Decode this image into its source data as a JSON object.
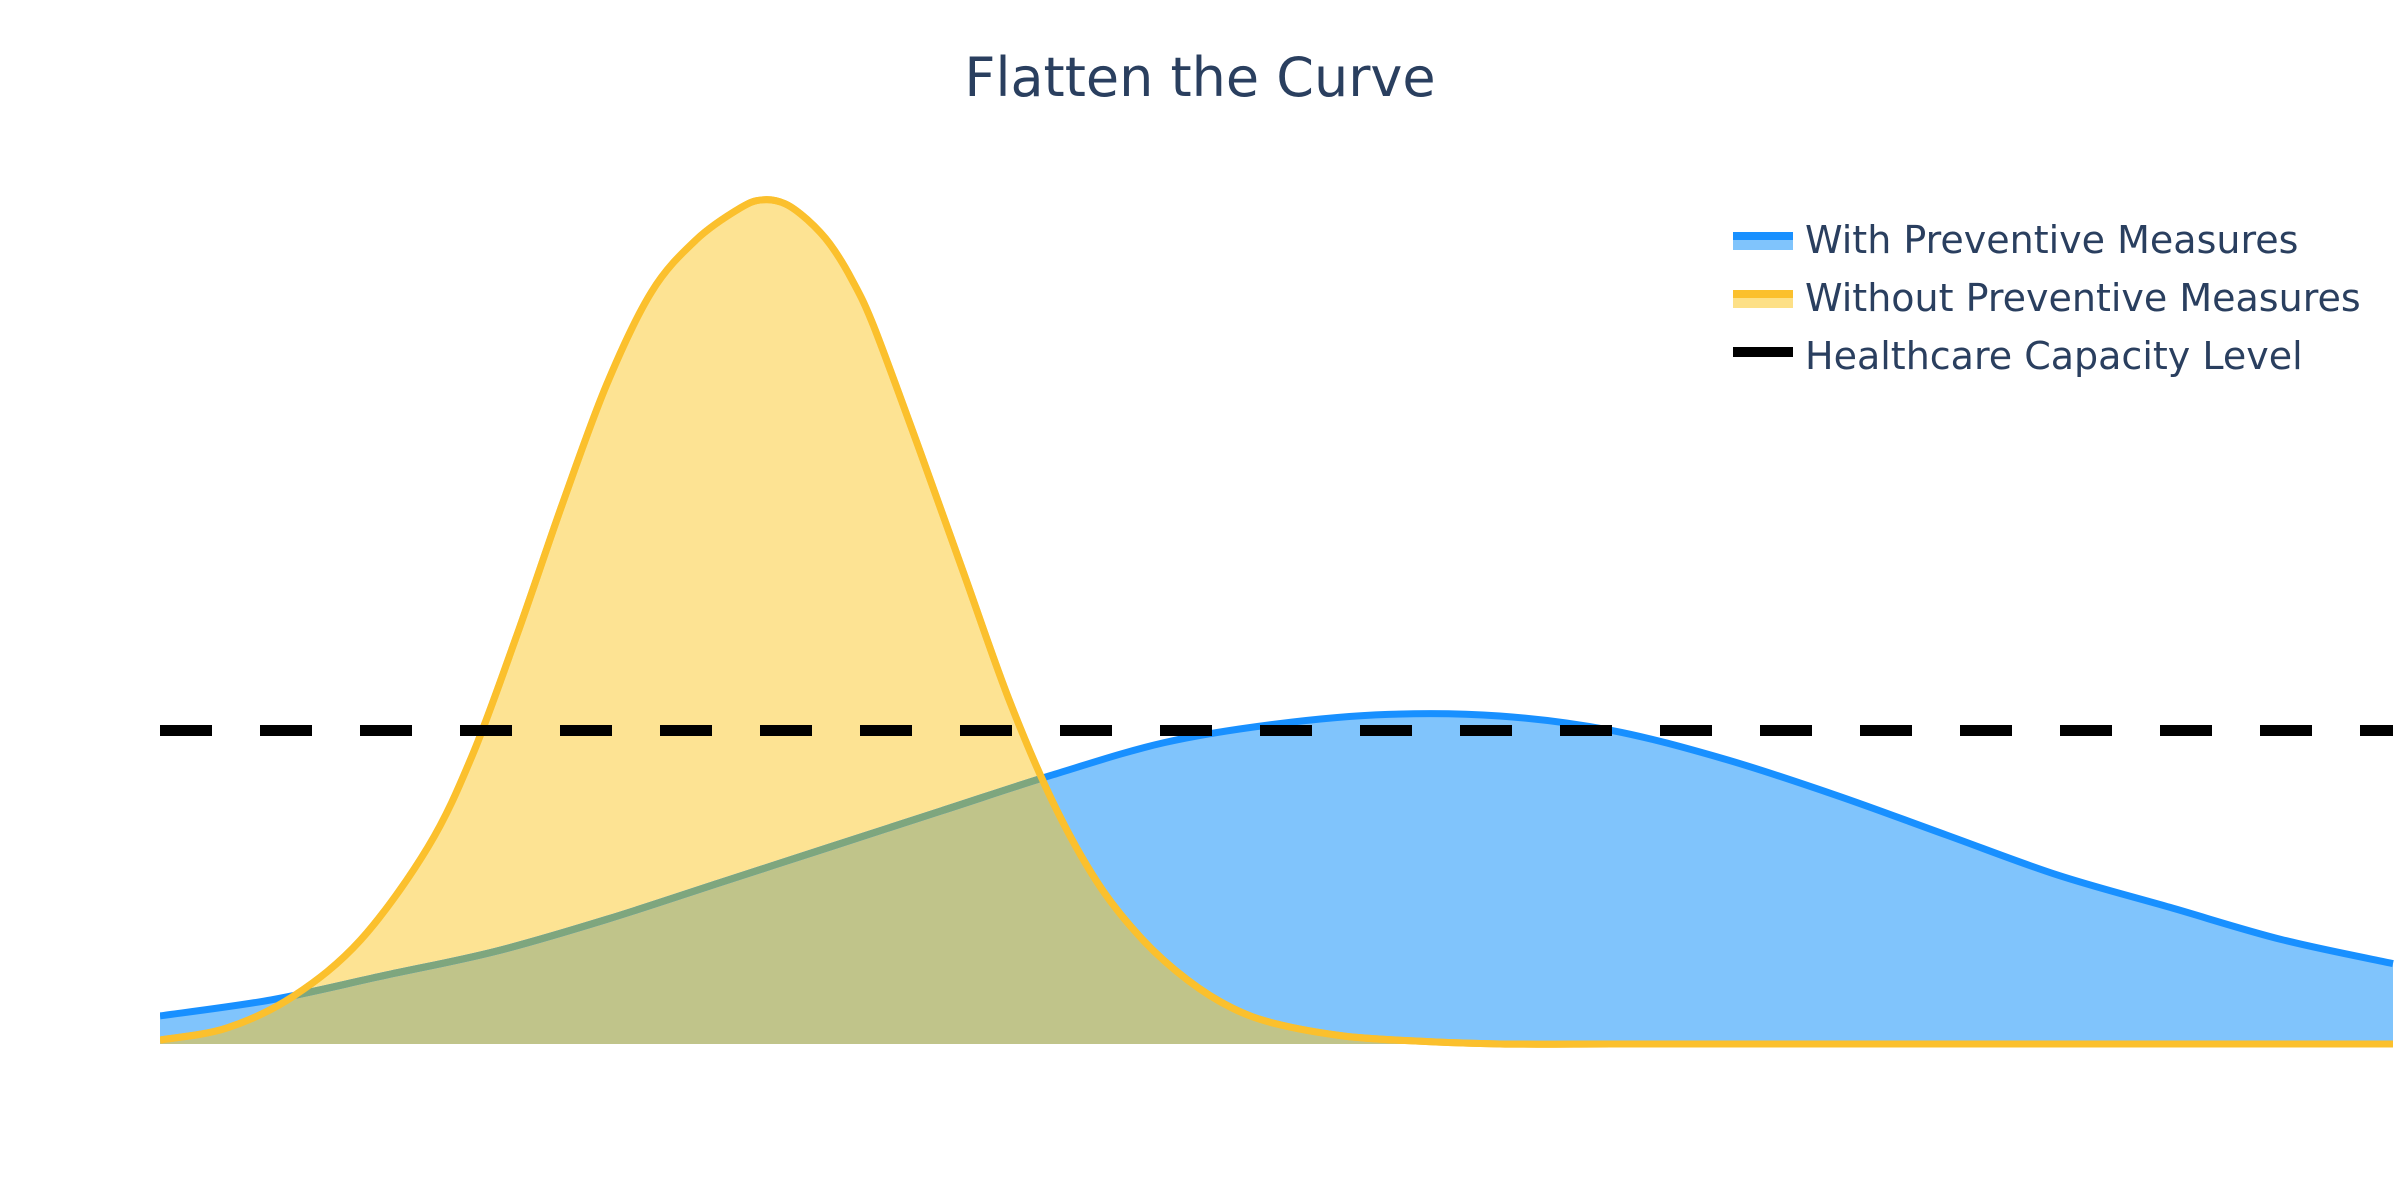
{
  "chart_data": {
    "type": "area",
    "title": "Flatten the Curve",
    "xlabel": "",
    "ylabel": "",
    "xlim": [
      0,
      100
    ],
    "ylim": [
      0,
      1
    ],
    "grid": false,
    "show_axes": false,
    "legend_position": "top-right",
    "series": [
      {
        "name": "With Preventive Measures",
        "kind": "area",
        "color": "#1890ff",
        "fill_color": "#80c4fc",
        "x": [
          0,
          5,
          10,
          15,
          20,
          25,
          30,
          35,
          40,
          45,
          50,
          55,
          60,
          65,
          70,
          75,
          80,
          85,
          90,
          95,
          100
        ],
        "y": [
          0.035,
          0.055,
          0.085,
          0.115,
          0.155,
          0.2,
          0.245,
          0.29,
          0.335,
          0.375,
          0.398,
          0.41,
          0.408,
          0.39,
          0.355,
          0.31,
          0.26,
          0.21,
          0.17,
          0.13,
          0.1
        ]
      },
      {
        "name": "Without Preventive Measures",
        "kind": "area",
        "color": "#fbc02d",
        "fill_color": "#fde087",
        "x": [
          0,
          3,
          6,
          9,
          12,
          14,
          16,
          18,
          20,
          22,
          24,
          26,
          27,
          28,
          29,
          30,
          31,
          32,
          34,
          36,
          38,
          40,
          42,
          44,
          46,
          48,
          50,
          53,
          56,
          60,
          65,
          70,
          80,
          90,
          100
        ],
        "y": [
          0.005,
          0.02,
          0.06,
          0.13,
          0.245,
          0.36,
          0.51,
          0.67,
          0.82,
          0.935,
          1.0,
          1.04,
          1.05,
          1.045,
          1.025,
          0.995,
          0.95,
          0.89,
          0.74,
          0.585,
          0.43,
          0.3,
          0.2,
          0.13,
          0.08,
          0.045,
          0.025,
          0.01,
          0.004,
          0.0,
          0.0,
          0.0,
          0.0,
          0.0,
          0.0
        ]
      },
      {
        "name": "Healthcare Capacity Level",
        "kind": "line",
        "dash": true,
        "color": "#000000",
        "x": [
          0,
          100
        ],
        "y": [
          0.39,
          0.39
        ]
      }
    ]
  }
}
